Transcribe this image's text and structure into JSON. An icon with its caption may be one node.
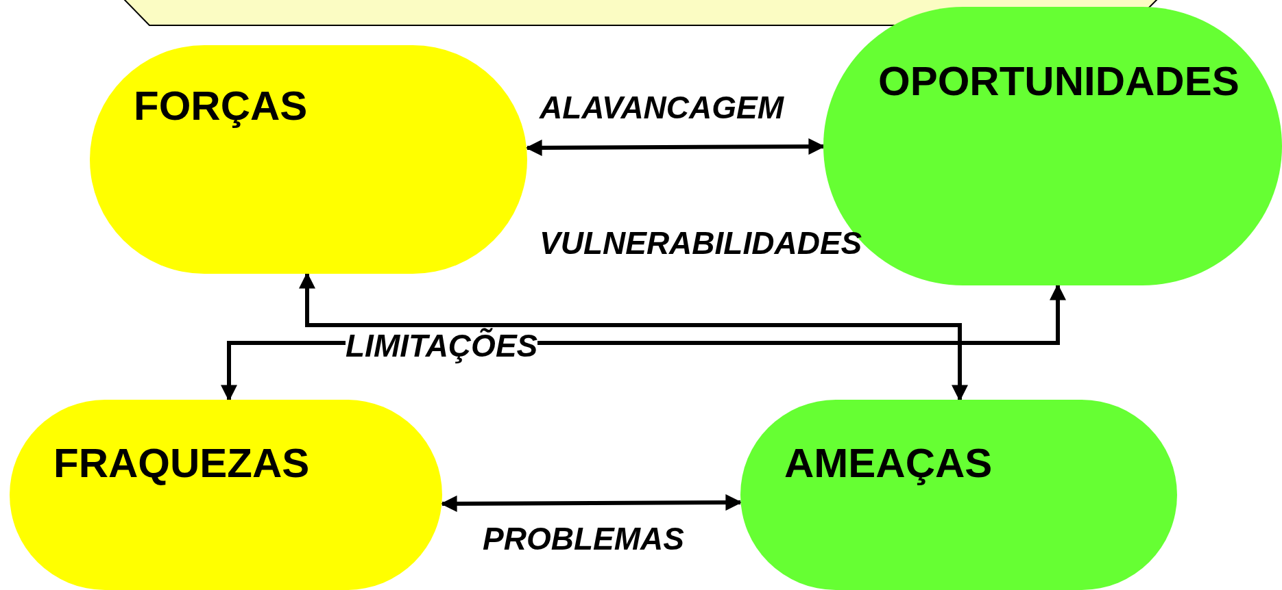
{
  "diagram": {
    "nodes": [
      {
        "text": [
          "FORÇAS"
        ]
      },
      {
        "text": [
          "OPORTUNIDADES"
        ]
      },
      {
        "text": [
          "FRAQUEZAS"
        ]
      },
      {
        "text": [
          "AMEAÇAS"
        ]
      }
    ],
    "edges": [
      {
        "from": 0,
        "to": 1,
        "arrow": "both",
        "label": "ALAVANCAGEM"
      },
      {
        "from": 2,
        "to": 3,
        "arrow": "both",
        "label": "PROBLEMAS"
      },
      {
        "from": 0,
        "to": 3,
        "arrow": "both",
        "label": "VULNERABILIDADES"
      },
      {
        "from": 2,
        "to": 1,
        "arrow": "both",
        "label": "LIMITAÇÕES"
      }
    ]
  }
}
